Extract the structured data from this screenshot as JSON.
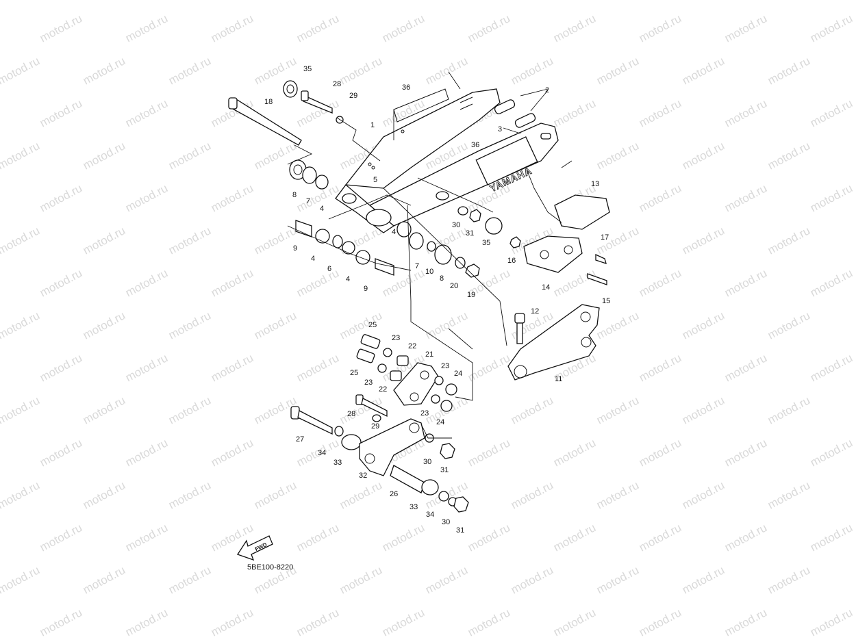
{
  "watermark_text": "motod.ru",
  "diagram_code": "5BE100-8220",
  "brand_text": "YAMAHA",
  "fwd_text": "FWD",
  "callouts": [
    {
      "id": "c35a",
      "num": "35"
    },
    {
      "id": "c28a",
      "num": "28"
    },
    {
      "id": "c29a",
      "num": "29"
    },
    {
      "id": "c18",
      "num": "18"
    },
    {
      "id": "c36a",
      "num": "36"
    },
    {
      "id": "c2",
      "num": "2"
    },
    {
      "id": "c3",
      "num": "3"
    },
    {
      "id": "c1",
      "num": "1"
    },
    {
      "id": "c36b",
      "num": "36"
    },
    {
      "id": "c5",
      "num": "5"
    },
    {
      "id": "c8a",
      "num": "8"
    },
    {
      "id": "c7a",
      "num": "7"
    },
    {
      "id": "c4a",
      "num": "4"
    },
    {
      "id": "c13",
      "num": "13"
    },
    {
      "id": "c30a",
      "num": "30"
    },
    {
      "id": "c31a",
      "num": "31"
    },
    {
      "id": "c35b",
      "num": "35"
    },
    {
      "id": "c9a",
      "num": "9"
    },
    {
      "id": "c4b",
      "num": "4"
    },
    {
      "id": "c4c",
      "num": "4"
    },
    {
      "id": "c7b",
      "num": "7"
    },
    {
      "id": "c6",
      "num": "6"
    },
    {
      "id": "c10",
      "num": "10"
    },
    {
      "id": "c8b",
      "num": "8"
    },
    {
      "id": "c4d",
      "num": "4"
    },
    {
      "id": "c20",
      "num": "20"
    },
    {
      "id": "c9b",
      "num": "9"
    },
    {
      "id": "c19",
      "num": "19"
    },
    {
      "id": "c16",
      "num": "16"
    },
    {
      "id": "c17",
      "num": "17"
    },
    {
      "id": "c14",
      "num": "14"
    },
    {
      "id": "c15",
      "num": "15"
    },
    {
      "id": "c12",
      "num": "12"
    },
    {
      "id": "c11",
      "num": "11"
    },
    {
      "id": "c25a",
      "num": "25"
    },
    {
      "id": "c23a",
      "num": "23"
    },
    {
      "id": "c22a",
      "num": "22"
    },
    {
      "id": "c21",
      "num": "21"
    },
    {
      "id": "c25b",
      "num": "25"
    },
    {
      "id": "c23b",
      "num": "23"
    },
    {
      "id": "c23c",
      "num": "23"
    },
    {
      "id": "c24a",
      "num": "24"
    },
    {
      "id": "c22b",
      "num": "22"
    },
    {
      "id": "c28b",
      "num": "28"
    },
    {
      "id": "c23d",
      "num": "23"
    },
    {
      "id": "c24b",
      "num": "24"
    },
    {
      "id": "c29b",
      "num": "29"
    },
    {
      "id": "c27",
      "num": "27"
    },
    {
      "id": "c34a",
      "num": "34"
    },
    {
      "id": "c33a",
      "num": "33"
    },
    {
      "id": "c30b",
      "num": "30"
    },
    {
      "id": "c31b",
      "num": "31"
    },
    {
      "id": "c32",
      "num": "32"
    },
    {
      "id": "c26",
      "num": "26"
    },
    {
      "id": "c33b",
      "num": "33"
    },
    {
      "id": "c34b",
      "num": "34"
    },
    {
      "id": "c30c",
      "num": "30"
    },
    {
      "id": "c31c",
      "num": "31"
    }
  ]
}
